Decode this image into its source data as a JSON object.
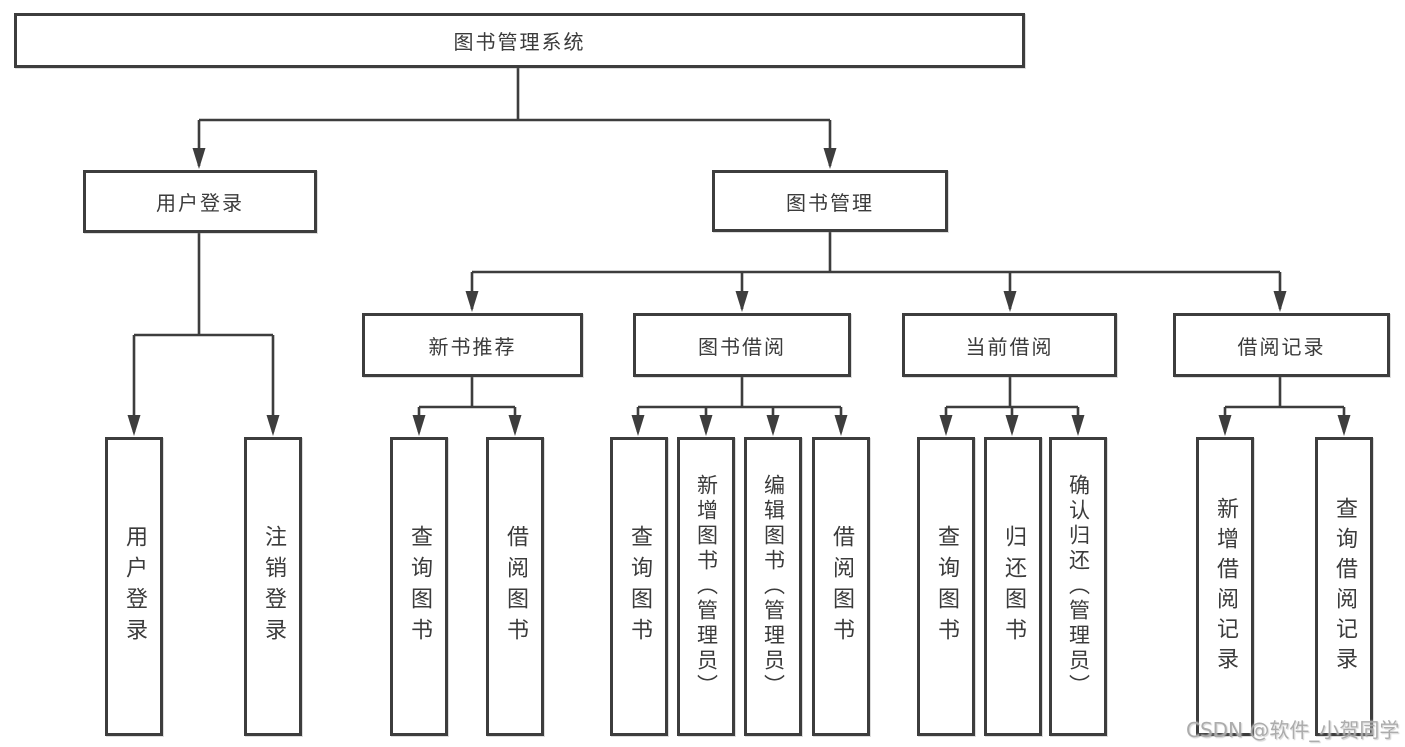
{
  "nodes": {
    "root": "图书管理系统",
    "level2": [
      "用户登录",
      "图书管理"
    ],
    "level3": [
      "新书推荐",
      "图书借阅",
      "当前借阅",
      "借阅记录"
    ],
    "leaves_login": [
      "用户登录",
      "注销登录"
    ],
    "leaves_recommend": [
      "查询图书",
      "借阅图书"
    ],
    "leaves_borrow": [
      "查询图书",
      "新增图书（管理员）",
      "编辑图书（管理员）",
      "借阅图书"
    ],
    "leaves_current": [
      "查询图书",
      "归还图书",
      "确认归还（管理员）"
    ],
    "leaves_records": [
      "新增借阅记录",
      "查询借阅记录"
    ]
  },
  "watermark": "CSDN @软件_小贺同学",
  "colors": {
    "line": "#3d3d3d",
    "text": "#3b3b3b",
    "watermark": "#a8a8a8"
  }
}
